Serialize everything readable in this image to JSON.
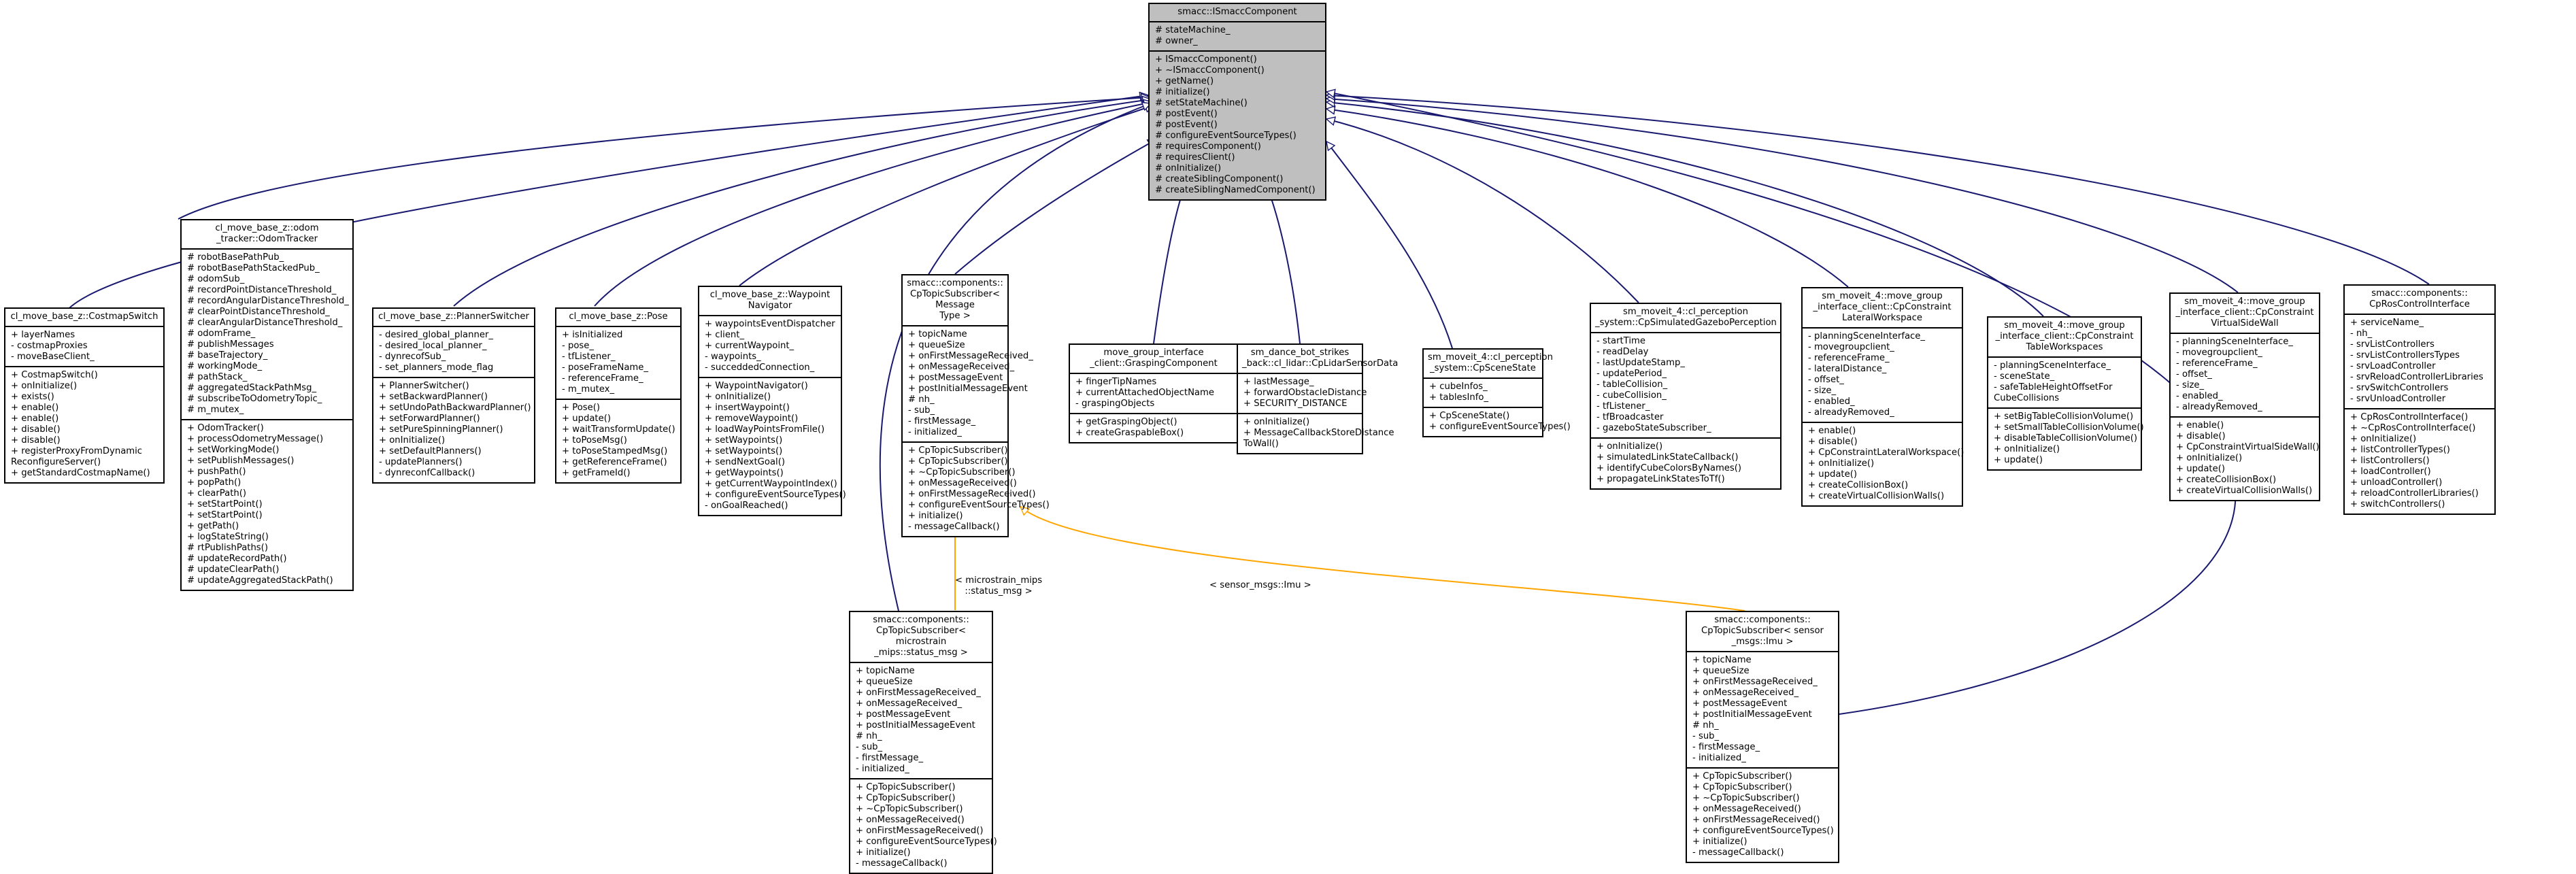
{
  "colors": {
    "inheritance_edge": "#191970",
    "template_edge": "#ffa500",
    "base_fill": "#bfbfbf"
  },
  "classes": [
    {
      "id": "ismacc",
      "title": [
        "smacc::ISmaccComponent"
      ],
      "attributes": [
        "# stateMachine_",
        "# owner_"
      ],
      "methods": [
        "+ ISmaccComponent()",
        "+ ~ISmaccComponent()",
        "+ getName()",
        "# initialize()",
        "# setStateMachine()",
        "# postEvent()",
        "# postEvent()",
        "# configureEventSourceTypes()",
        "# requiresComponent()",
        "# requiresClient()",
        "# onInitialize()",
        "# createSiblingComponent()",
        "# createSiblingNamedComponent()"
      ]
    },
    {
      "id": "costmap_switch",
      "title": [
        "cl_move_base_z::CostmapSwitch"
      ],
      "attributes": [
        "+ layerNames",
        "- costmapProxies",
        "- moveBaseClient_"
      ],
      "methods": [
        "+ CostmapSwitch()",
        "+ onInitialize()",
        "+ exists()",
        "+ enable()",
        "+ enable()",
        "+ disable()",
        "+ disable()",
        "+ registerProxyFromDynamic",
        "ReconfigureServer()",
        "+ getStandardCostmapName()"
      ]
    },
    {
      "id": "odom_tracker",
      "title": [
        "cl_move_base_z::odom",
        "_tracker::OdomTracker"
      ],
      "attributes": [
        "# robotBasePathPub_",
        "# robotBasePathStackedPub_",
        "# odomSub_",
        "# recordPointDistanceThreshold_",
        "# recordAngularDistanceThreshold_",
        "# clearPointDistanceThreshold_",
        "# clearAngularDistanceThreshold_",
        "# odomFrame_",
        "# publishMessages",
        "# baseTrajectory_",
        "# workingMode_",
        "# pathStack_",
        "# aggregatedStackPathMsg_",
        "# subscribeToOdometryTopic_",
        "# m_mutex_"
      ],
      "methods": [
        "+ OdomTracker()",
        "+ processOdometryMessage()",
        "+ setWorkingMode()",
        "+ setPublishMessages()",
        "+ pushPath()",
        "+ popPath()",
        "+ clearPath()",
        "+ setStartPoint()",
        "+ setStartPoint()",
        "+ getPath()",
        "+ logStateString()",
        "# rtPublishPaths()",
        "# updateRecordPath()",
        "# updateClearPath()",
        "# updateAggregatedStackPath()"
      ]
    },
    {
      "id": "planner_switcher",
      "title": [
        "cl_move_base_z::PlannerSwitcher"
      ],
      "attributes": [
        "- desired_global_planner_",
        "- desired_local_planner_",
        "- dynrecofSub_",
        "- set_planners_mode_flag"
      ],
      "methods": [
        "+ PlannerSwitcher()",
        "+ setBackwardPlanner()",
        "+ setUndoPathBackwardPlanner()",
        "+ setForwardPlanner()",
        "+ setPureSpinningPlanner()",
        "+ onInitialize()",
        "+ setDefaultPlanners()",
        "- updatePlanners()",
        "- dynreconfCallback()"
      ]
    },
    {
      "id": "pose",
      "title": [
        "cl_move_base_z::Pose"
      ],
      "attributes": [
        "+ isInitialized",
        "- pose_",
        "- tfListener_",
        "- poseFrameName_",
        "- referenceFrame_",
        "- m_mutex_"
      ],
      "methods": [
        "+ Pose()",
        "+ update()",
        "+ waitTransformUpdate()",
        "+ toPoseMsg()",
        "+ toPoseStampedMsg()",
        "+ getReferenceFrame()",
        "+ getFrameId()"
      ]
    },
    {
      "id": "waypoint_nav",
      "title": [
        "cl_move_base_z::Waypoint",
        "Navigator"
      ],
      "attributes": [
        "+ waypointsEventDispatcher",
        "+ client_",
        "+ currentWaypoint_",
        "- waypoints_",
        "- succeddedConnection_"
      ],
      "methods": [
        "+ WaypointNavigator()",
        "+ onInitialize()",
        "+ insertWaypoint()",
        "+ removeWaypoint()",
        "+ loadWayPointsFromFile()",
        "+ setWaypoints()",
        "+ setWaypoints()",
        "+ sendNextGoal()",
        "+ getWaypoints()",
        "+ getCurrentWaypointIndex()",
        "+ configureEventSourceTypes()",
        "- onGoalReached()"
      ]
    },
    {
      "id": "cp_topic_tmpl",
      "title": [
        "smacc::components::",
        "CpTopicSubscriber< Message",
        "Type >"
      ],
      "attributes": [
        "+ topicName",
        "+ queueSize",
        "+ onFirstMessageReceived_",
        "+ onMessageReceived_",
        "+ postMessageEvent",
        "+ postInitialMessageEvent",
        "# nh_",
        "- sub_",
        "- firstMessage_",
        "- initialized_"
      ],
      "methods": [
        "+ CpTopicSubscriber()",
        "+ CpTopicSubscriber()",
        "+ ~CpTopicSubscriber()",
        "+ onMessageReceived()",
        "+ onFirstMessageReceived()",
        "+ configureEventSourceTypes()",
        "+ initialize()",
        "- messageCallback()"
      ]
    },
    {
      "id": "grasping",
      "title": [
        "move_group_interface",
        "_client::GraspingComponent"
      ],
      "attributes": [
        "+ fingerTipNames",
        "+ currentAttachedObjectName",
        "- graspingObjects"
      ],
      "methods": [
        "+ getGraspingObject()",
        "+ createGraspableBox()"
      ]
    },
    {
      "id": "lidar",
      "title": [
        "sm_dance_bot_strikes",
        "_back::cl_lidar::CpLidarSensorData"
      ],
      "attributes": [
        "+ lastMessage_",
        "+ forwardObstacleDistance",
        "+ SECURITY_DISTANCE"
      ],
      "methods": [
        "+ onInitialize()",
        "+ MessageCallbackStoreDistance",
        "ToWall()"
      ]
    },
    {
      "id": "scene_state",
      "title": [
        "sm_moveit_4::cl_perception",
        "_system::CpSceneState"
      ],
      "attributes": [
        "+ cubeInfos_",
        "+ tablesInfo_"
      ],
      "methods": [
        "+ CpSceneState()",
        "+ configureEventSourceTypes()"
      ]
    },
    {
      "id": "gazebo_perception",
      "title": [
        "sm_moveit_4::cl_perception",
        "_system::CpSimulatedGazeboPerception"
      ],
      "attributes": [
        "- startTime",
        "- readDelay",
        "- lastUpdateStamp_",
        "- updatePeriod_",
        "- tableCollision_",
        "- cubeCollision_",
        "- tfListener_",
        "- tfBroadcaster",
        "- gazeboStateSubscriber_"
      ],
      "methods": [
        "+ onInitialize()",
        "+ simulatedLinkStateCallback()",
        "+ identifyCubeColorsByNames()",
        "+ propagateLinkStatesToTf()"
      ]
    },
    {
      "id": "lateral_ws",
      "title": [
        "sm_moveit_4::move_group",
        "_interface_client::CpConstraint",
        "LateralWorkspace"
      ],
      "attributes": [
        "- planningSceneInterface_",
        "- movegroupclient_",
        "- referenceFrame_",
        "- lateralDistance_",
        "- offset_",
        "- size_",
        "- enabled_",
        "- alreadyRemoved_"
      ],
      "methods": [
        "+ enable()",
        "+ disable()",
        "+ CpConstraintLateralWorkspace()",
        "+ onInitialize()",
        "+ update()",
        "+ createCollisionBox()",
        "+ createVirtualCollisionWalls()"
      ]
    },
    {
      "id": "table_ws",
      "title": [
        "sm_moveit_4::move_group",
        "_interface_client::CpConstraint",
        "TableWorkspaces"
      ],
      "attributes": [
        "- planningSceneInterface_",
        "- sceneState_",
        "- safeTableHeightOffsetFor",
        "CubeCollisions"
      ],
      "methods": [
        "+ setBigTableCollisionVolume()",
        "+ setSmallTableCollisionVolume()",
        "+ disableTableCollisionVolume()",
        "+ onInitialize()",
        "+ update()"
      ]
    },
    {
      "id": "virtual_wall",
      "title": [
        "sm_moveit_4::move_group",
        "_interface_client::CpConstraint",
        "VirtualSideWall"
      ],
      "attributes": [
        "- planningSceneInterface_",
        "- movegroupclient_",
        "- referenceFrame_",
        "- offset_",
        "- size_",
        "- enabled_",
        "- alreadyRemoved_"
      ],
      "methods": [
        "+ enable()",
        "+ disable()",
        "+ CpConstraintVirtualSideWall()",
        "+ onInitialize()",
        "+ update()",
        "+ createCollisionBox()",
        "+ createVirtualCollisionWalls()"
      ]
    },
    {
      "id": "ros_control",
      "title": [
        "smacc::components::",
        "CpRosControlInterface"
      ],
      "attributes": [
        "+ serviceName_",
        "- nh_",
        "- srvListControllers",
        "- srvListControllersTypes",
        "- srvLoadController",
        "- srvReloadControllerLibraries",
        "- srvSwitchControllers",
        "- srvUnloadController"
      ],
      "methods": [
        "+ CpRosControlInterface()",
        "+ ~CpRosControlInterface()",
        "+ onInitialize()",
        "+ listControllerTypes()",
        "+ listControllers()",
        "+ loadController()",
        "+ unloadController()",
        "+ reloadControllerLibraries()",
        "+ switchControllers()"
      ]
    },
    {
      "id": "cp_microstrain",
      "title": [
        "smacc::components::",
        "CpTopicSubscriber< microstrain",
        "_mips::status_msg >"
      ],
      "attributes": [
        "+ topicName",
        "+ queueSize",
        "+ onFirstMessageReceived_",
        "+ onMessageReceived_",
        "+ postMessageEvent",
        "+ postInitialMessageEvent",
        "# nh_",
        "- sub_",
        "- firstMessage_",
        "- initialized_"
      ],
      "methods": [
        "+ CpTopicSubscriber()",
        "+ CpTopicSubscriber()",
        "+ ~CpTopicSubscriber()",
        "+ onMessageReceived()",
        "+ onFirstMessageReceived()",
        "+ configureEventSourceTypes()",
        "+ initialize()",
        "- messageCallback()"
      ]
    },
    {
      "id": "cp_imu",
      "title": [
        "smacc::components::",
        "CpTopicSubscriber< sensor",
        "_msgs::Imu >"
      ],
      "attributes": [
        "+ topicName",
        "+ queueSize",
        "+ onFirstMessageReceived_",
        "+ onMessageReceived_",
        "+ postMessageEvent",
        "+ postInitialMessageEvent",
        "# nh_",
        "- sub_",
        "- firstMessage_",
        "- initialized_"
      ],
      "methods": [
        "+ CpTopicSubscriber()",
        "+ CpTopicSubscriber()",
        "+ ~CpTopicSubscriber()",
        "+ onMessageReceived()",
        "+ onFirstMessageReceived()",
        "+ configureEventSourceTypes()",
        "+ initialize()",
        "- messageCallback()"
      ]
    }
  ],
  "edge_labels": [
    {
      "id": "label_microstrain",
      "lines": [
        "< microstrain_mips",
        "::status_msg >"
      ]
    },
    {
      "id": "label_imu",
      "lines": [
        "< sensor_msgs::Imu >"
      ]
    }
  ]
}
